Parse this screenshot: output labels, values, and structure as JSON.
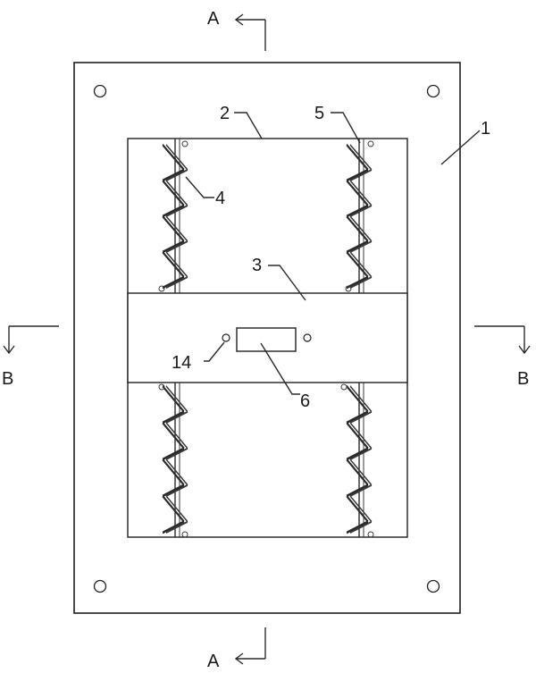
{
  "section_marks": {
    "top": "A",
    "bottom": "A",
    "left": "B",
    "right": "B"
  },
  "part_labels": {
    "frame": "1",
    "window": "2",
    "crossbar": "3",
    "spring": "4",
    "guide_rod": "5",
    "display": "6",
    "indicator_hole": "14"
  }
}
